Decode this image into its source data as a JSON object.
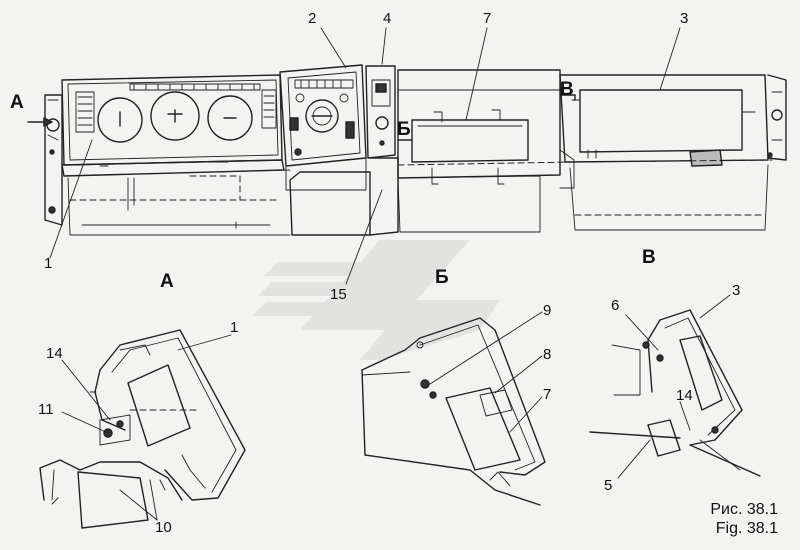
{
  "figure": {
    "caption_ru": "Рис. 38.1",
    "caption_en": "Fig. 38.1"
  },
  "views": {
    "a_arrow": "А",
    "a": "А",
    "b_section": "Б",
    "b": "Б",
    "v_arrow": "В",
    "v": "В"
  },
  "callouts": {
    "c1_main": "1",
    "c2": "2",
    "c3_main": "3",
    "c4": "4",
    "c7_main": "7",
    "c15": "15",
    "c1_a": "1",
    "c14_a": "14",
    "c11": "11",
    "c10": "10",
    "c9": "9",
    "c8": "8",
    "c7_b": "7",
    "c6": "6",
    "c3_v": "3",
    "c14_v": "14",
    "c5": "5"
  }
}
